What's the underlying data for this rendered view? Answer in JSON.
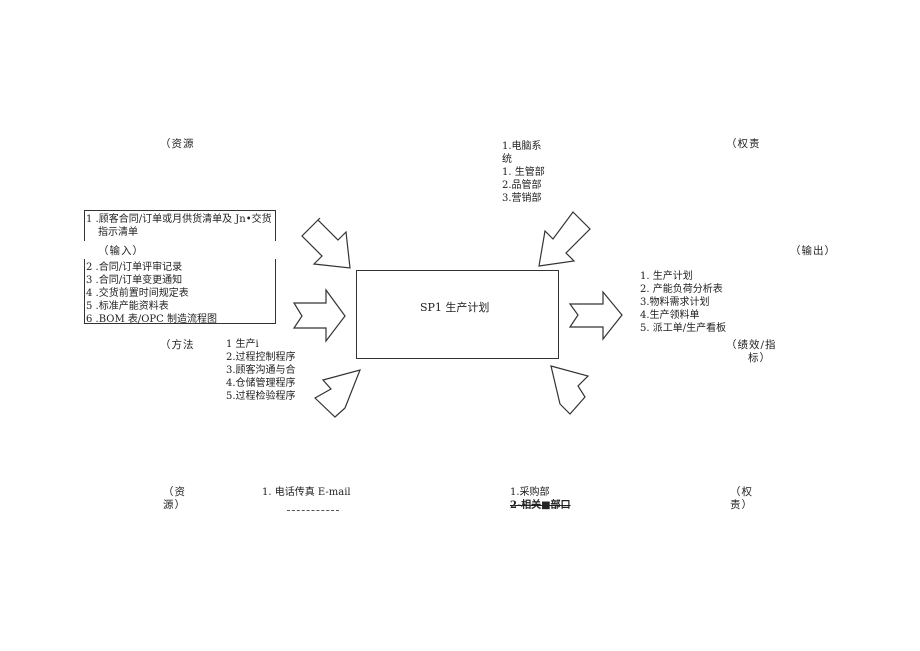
{
  "resources_top": "（资源",
  "rights_top": "（权责",
  "system_list": [
    "1.电脑系",
    "统",
    "1. 生管部",
    "2.品管部",
    "3.营销部"
  ],
  "input_box": {
    "item1_line1": "1   .顾客合同/订单或月供货清单及 Jn•交货",
    "item1_line2": "指示清单",
    "input_label": "（输入）",
    "items": [
      "2   .合同/订单评审记录",
      "3   .合同/订单变更通知",
      "4   .交货前置时间规定表",
      "5   .标准产能资料表",
      "6   .BOM 表/OPC 制造流程图"
    ]
  },
  "output_label": "（输出）",
  "center_title": "SP1    生产计划",
  "outputs": [
    "1. 生产计划",
    "2. 产能负荷分析表",
    "3.物料需求计划",
    "4.生产领料单",
    "5. 派工单/生产看板"
  ],
  "method_label": "（方法",
  "methods": [
    "1            生产i",
    "2.过程控制程序",
    "3.顾客沟通与合",
    "4.仓储管理程序",
    "5.过程检验程序"
  ],
  "kpi_label_line1": "（绩效/指",
  "kpi_label_line2": "标）",
  "resources_bottom_line1": "（资",
  "resources_bottom_line2": "源）",
  "bottom_tools": "1. 电话传真 E-mail",
  "bottom_depts": [
    "1.采购部",
    "2-相关■部口"
  ],
  "rights_bottom_line1": "（权",
  "rights_bottom_line2": "责）"
}
